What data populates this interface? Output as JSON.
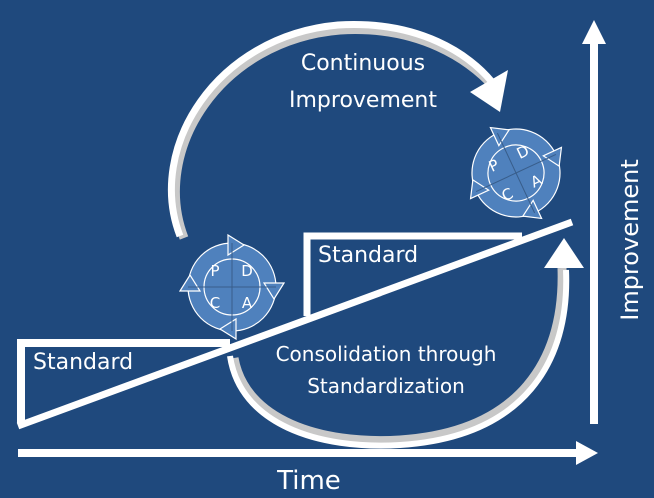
{
  "colors": {
    "background": "#1f497d",
    "foreground": "#ffffff",
    "pdca_fill": "#4f81bd",
    "pdca_divider": "#385d8a",
    "arc_shadow": "#c8c8c8"
  },
  "axes": {
    "x_label": "Time",
    "y_label": "Improvement"
  },
  "arcs": {
    "upper_label_line1": "Continuous",
    "upper_label_line2": "Improvement",
    "lower_label_line1": "Consolidation through",
    "lower_label_line2": "Standardization"
  },
  "wedges": [
    {
      "label": "Standard"
    },
    {
      "label": "Standard"
    }
  ],
  "pdca_cycles": [
    {
      "quadrants": [
        "P",
        "D",
        "C",
        "A"
      ]
    },
    {
      "quadrants": [
        "P",
        "D",
        "C",
        "A"
      ]
    }
  ]
}
